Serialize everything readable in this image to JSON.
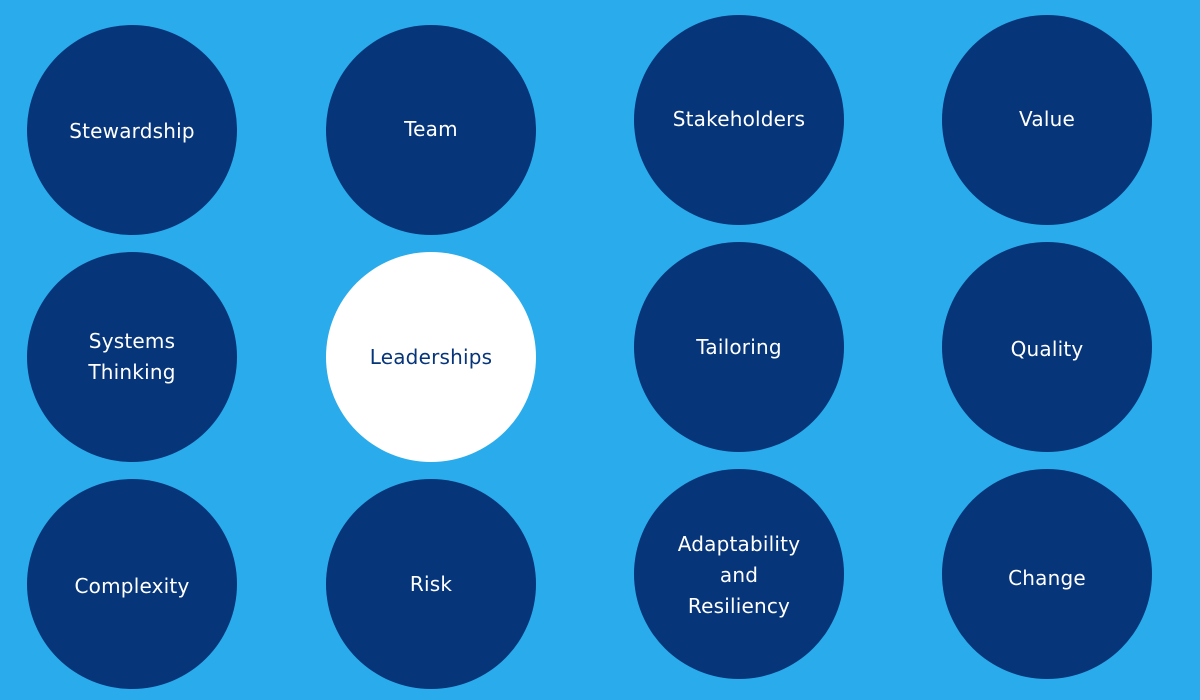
{
  "colors": {
    "background": "#2AABEB",
    "circle_fill": "#06357A",
    "circle_text": "#FFFFFF",
    "highlight_fill": "#FFFFFF",
    "highlight_text": "#06357A"
  },
  "principles": [
    {
      "label": "Stewardship",
      "row": 1,
      "col": 1,
      "highlighted": false
    },
    {
      "label": "Team",
      "row": 1,
      "col": 2,
      "highlighted": false
    },
    {
      "label": "Stakeholders",
      "row": 1,
      "col": 3,
      "highlighted": false
    },
    {
      "label": "Value",
      "row": 1,
      "col": 4,
      "highlighted": false
    },
    {
      "label": "Systems\nThinking",
      "row": 2,
      "col": 1,
      "highlighted": false
    },
    {
      "label": "Leaderships",
      "row": 2,
      "col": 2,
      "highlighted": true
    },
    {
      "label": "Tailoring",
      "row": 2,
      "col": 3,
      "highlighted": false
    },
    {
      "label": "Quality",
      "row": 2,
      "col": 4,
      "highlighted": false
    },
    {
      "label": "Complexity",
      "row": 3,
      "col": 1,
      "highlighted": false
    },
    {
      "label": "Risk",
      "row": 3,
      "col": 2,
      "highlighted": false
    },
    {
      "label": "Adaptability\nand\nResiliency",
      "row": 3,
      "col": 3,
      "highlighted": false
    },
    {
      "label": "Change",
      "row": 3,
      "col": 4,
      "highlighted": false
    }
  ]
}
